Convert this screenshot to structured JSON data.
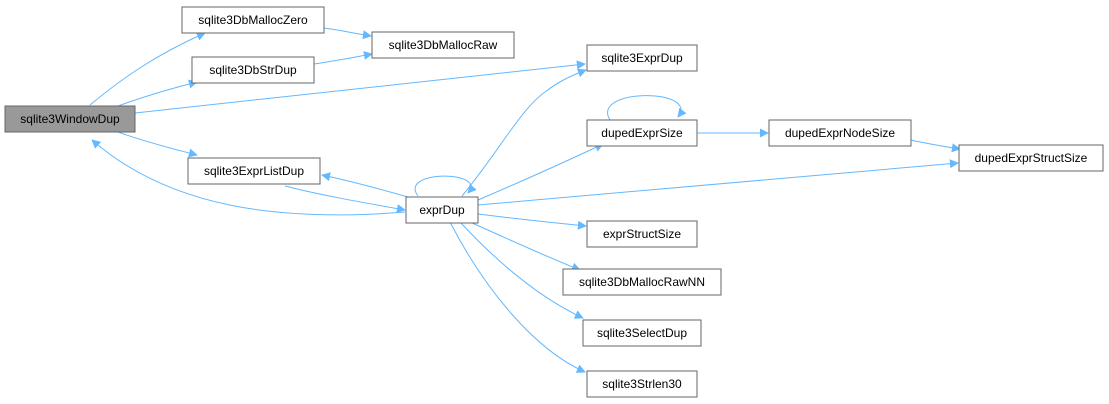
{
  "style": {
    "edge_color": "#63b8ff",
    "root_fill": "#999999",
    "node_border": "#666666"
  },
  "nodes": [
    {
      "id": "sqlite3WindowDup",
      "label": "sqlite3WindowDup",
      "root": true
    },
    {
      "id": "sqlite3DbMallocZero",
      "label": "sqlite3DbMallocZero"
    },
    {
      "id": "sqlite3DbMallocRaw",
      "label": "sqlite3DbMallocRaw"
    },
    {
      "id": "sqlite3DbStrDup",
      "label": "sqlite3DbStrDup"
    },
    {
      "id": "sqlite3ExprDup",
      "label": "sqlite3ExprDup"
    },
    {
      "id": "sqlite3ExprListDup",
      "label": "sqlite3ExprListDup"
    },
    {
      "id": "exprDup",
      "label": "exprDup"
    },
    {
      "id": "dupedExprSize",
      "label": "dupedExprSize"
    },
    {
      "id": "dupedExprNodeSize",
      "label": "dupedExprNodeSize"
    },
    {
      "id": "dupedExprStructSize",
      "label": "dupedExprStructSize"
    },
    {
      "id": "exprStructSize",
      "label": "exprStructSize"
    },
    {
      "id": "sqlite3DbMallocRawNN",
      "label": "sqlite3DbMallocRawNN"
    },
    {
      "id": "sqlite3SelectDup",
      "label": "sqlite3SelectDup"
    },
    {
      "id": "sqlite3Strlen30",
      "label": "sqlite3Strlen30"
    }
  ],
  "edges": [
    {
      "from": "sqlite3WindowDup",
      "to": "sqlite3DbMallocZero"
    },
    {
      "from": "sqlite3WindowDup",
      "to": "sqlite3DbStrDup"
    },
    {
      "from": "sqlite3WindowDup",
      "to": "sqlite3ExprDup"
    },
    {
      "from": "sqlite3WindowDup",
      "to": "sqlite3ExprListDup"
    },
    {
      "from": "sqlite3DbMallocZero",
      "to": "sqlite3DbMallocRaw"
    },
    {
      "from": "sqlite3DbStrDup",
      "to": "sqlite3DbMallocRaw"
    },
    {
      "from": "sqlite3ExprListDup",
      "to": "exprDup"
    },
    {
      "from": "exprDup",
      "to": "sqlite3ExprListDup"
    },
    {
      "from": "exprDup",
      "to": "sqlite3WindowDup"
    },
    {
      "from": "exprDup",
      "to": "exprDup"
    },
    {
      "from": "exprDup",
      "to": "sqlite3ExprDup"
    },
    {
      "from": "exprDup",
      "to": "dupedExprSize"
    },
    {
      "from": "exprDup",
      "to": "dupedExprStructSize"
    },
    {
      "from": "exprDup",
      "to": "exprStructSize"
    },
    {
      "from": "exprDup",
      "to": "sqlite3DbMallocRawNN"
    },
    {
      "from": "exprDup",
      "to": "sqlite3SelectDup"
    },
    {
      "from": "exprDup",
      "to": "sqlite3Strlen30"
    },
    {
      "from": "dupedExprSize",
      "to": "dupedExprSize"
    },
    {
      "from": "dupedExprSize",
      "to": "dupedExprNodeSize"
    },
    {
      "from": "dupedExprNodeSize",
      "to": "dupedExprStructSize"
    }
  ]
}
